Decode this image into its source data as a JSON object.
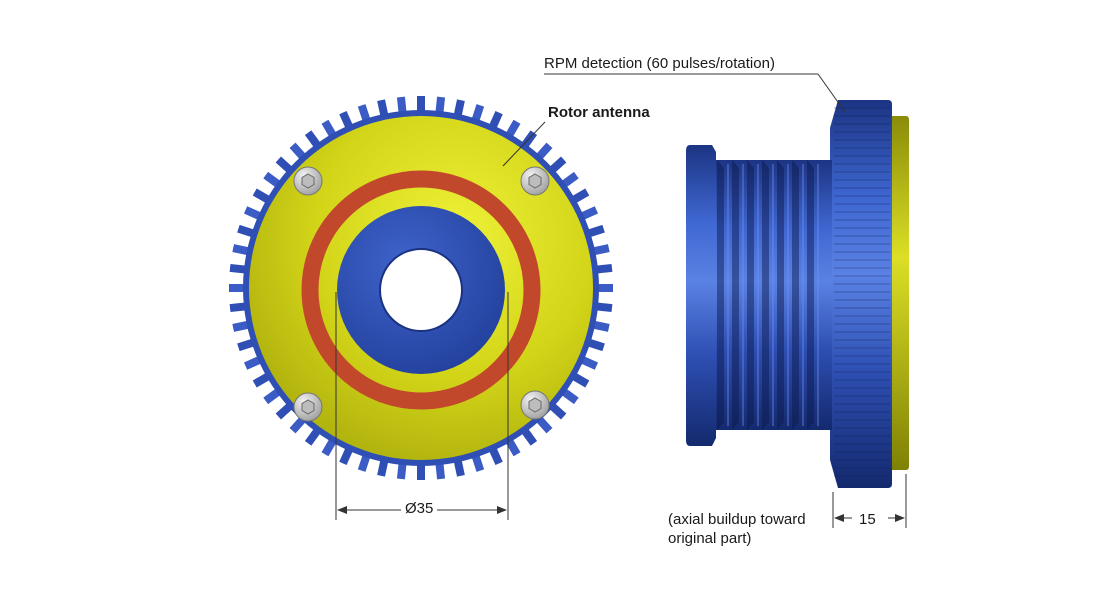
{
  "labels": {
    "rpm_detection": "RPM detection (60 pulses/rotation)",
    "rotor_antenna": "Rotor antenna",
    "diameter": "Ø35",
    "axial_line1": "(axial buildup toward",
    "axial_line2": "original part)",
    "width": "15"
  },
  "colors": {
    "blue": "#2f4fb4",
    "blue_light": "#4a6fd6",
    "yellow": "#d4d61a",
    "red": "#c2482b",
    "line": "#333333"
  },
  "parts": {
    "tooth_count": 60,
    "bolt_count": 4
  }
}
